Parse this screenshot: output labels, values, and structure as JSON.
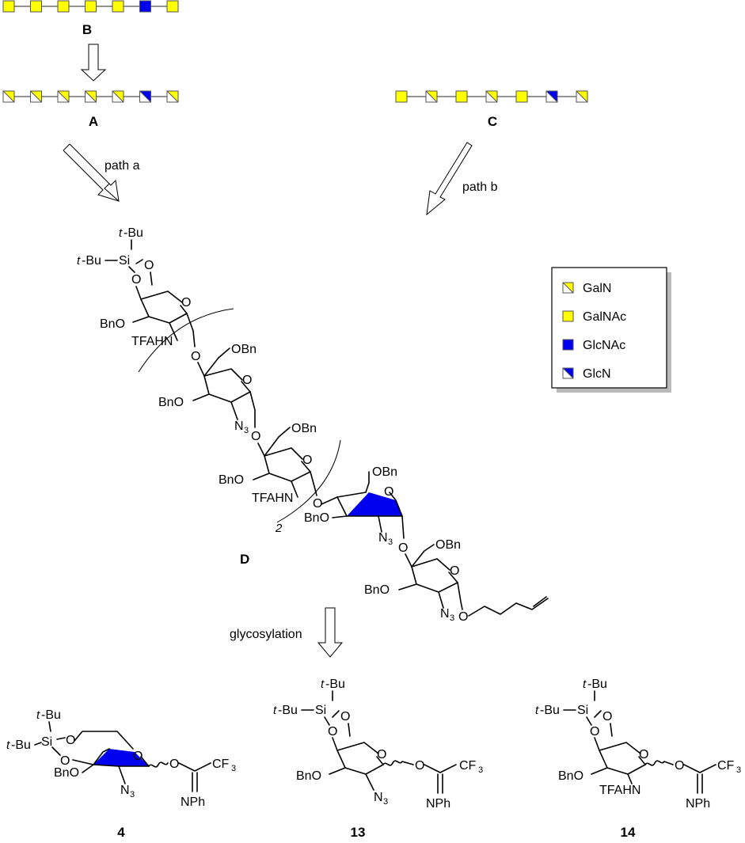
{
  "labels": {
    "A": "A",
    "B": "B",
    "C": "C",
    "D": "D",
    "path_a": "path a",
    "path_b": "path b",
    "glycosylation": "glycosylation",
    "c4": "4",
    "c13": "13",
    "c14": "14",
    "repeat": "2"
  },
  "legend": {
    "items": [
      {
        "symbol": "GalN",
        "label": "GalN"
      },
      {
        "symbol": "GalNAc",
        "label": "GalNAc"
      },
      {
        "symbol": "GlcNAc",
        "label": "GlcNAc"
      },
      {
        "symbol": "GlcN",
        "label": "GlcN"
      }
    ]
  },
  "chains": {
    "B": [
      "GalNAc",
      "GalNAc",
      "GalNAc",
      "GalNAc",
      "GalNAc",
      "GlcNAc",
      "GalNAc"
    ],
    "A": [
      "GalN",
      "GalN",
      "GalN",
      "GalN",
      "GalN",
      "GlcN",
      "GalN"
    ],
    "C": [
      "GalNAc",
      "GalN",
      "GalNAc",
      "GalN",
      "GalNAc",
      "GlcN",
      "GalN"
    ]
  },
  "colors": {
    "gal_yellow": "#ffff00",
    "glc_blue": "#0000ee",
    "box_edge": "#555555"
  },
  "chem": {
    "t_prefix": "t",
    "bu": "-Bu",
    "si": "Si",
    "o": "O",
    "obn": "OBn",
    "bno": "BnO",
    "tfahn": "TFAHN",
    "n": "N",
    "sub3": "3",
    "cf": "CF",
    "nph": "NPh"
  }
}
